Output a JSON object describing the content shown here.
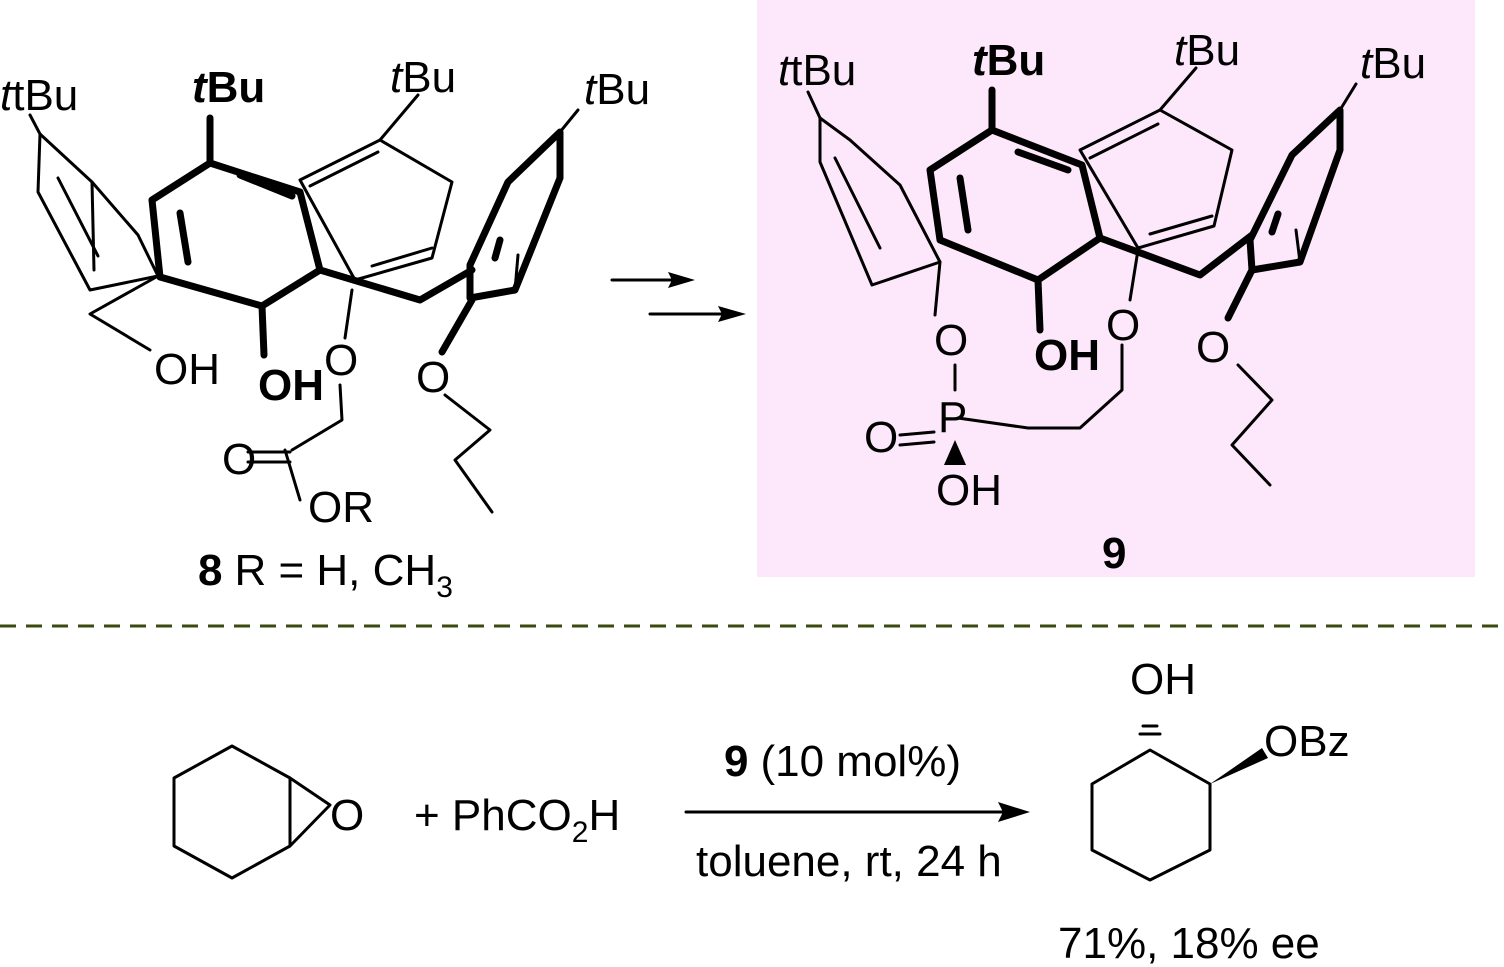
{
  "colors": {
    "highlight_box": "#fde8fb",
    "divider": "#3a4a10",
    "ink": "#000000"
  },
  "top_scheme": {
    "compound8": {
      "substituents": [
        "tBu",
        "tBu",
        "tBu",
        "tBu"
      ],
      "hydroxyl_1": "OH",
      "hydroxyl_2": "OH",
      "ether_o_1": "O",
      "ether_o_2": "O",
      "carbonyl": "O",
      "ester": "OR",
      "caption_number": "8",
      "caption_text": "R = H, CH",
      "caption_subscript": "3"
    },
    "compound9": {
      "substituents": [
        "tBu",
        "tBu",
        "tBu",
        "tBu"
      ],
      "o_phosphonate": "O",
      "hydroxyl": "OH",
      "ether_o_1": "O",
      "ether_o_2": "O",
      "phosphorus": "P",
      "phosphoryl_o": "O",
      "p_hydroxyl": "OH",
      "caption_number": "9"
    }
  },
  "bottom_scheme": {
    "epoxide_o": "O",
    "reagent_prefix": "+ PhCO",
    "reagent_subscript": "2",
    "reagent_suffix": "H",
    "catalyst_number": "9",
    "catalyst_loading": "(10 mol%)",
    "conditions": "toluene, rt, 24 h",
    "product_oh": "OH",
    "product_obz": "OBz",
    "result": "71%, 18% ee"
  }
}
